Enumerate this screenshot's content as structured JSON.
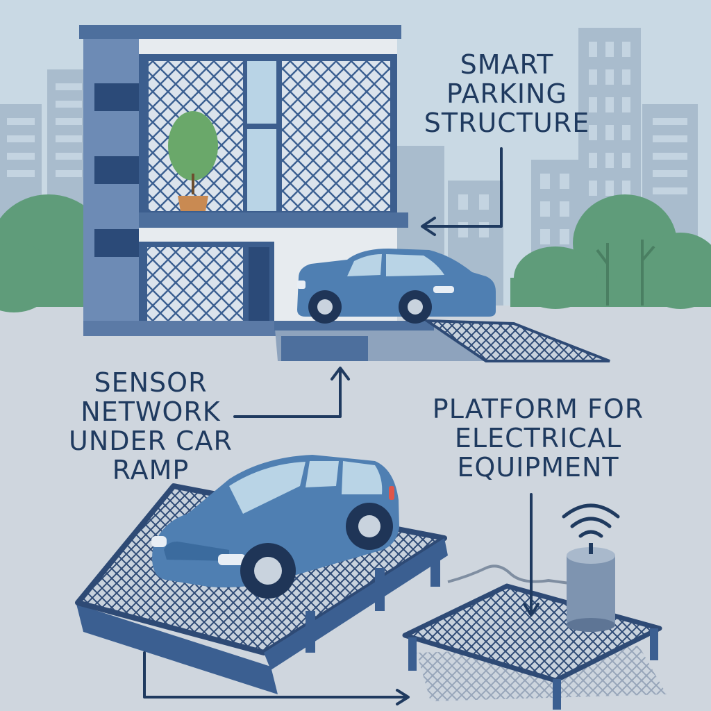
{
  "labels": {
    "smart_parking": [
      "SMART",
      "PARKING",
      "STRUCTURE"
    ],
    "sensor_network": [
      "SENSOR",
      "NETWORK",
      "UNDER CAR",
      "RAMP"
    ],
    "platform": [
      "PLATFORM FOR",
      "ELECTRICAL",
      "EQUIPMENT"
    ]
  },
  "colors": {
    "sky": "#c9d9e4",
    "ground": "#cfd6de",
    "skyline": "#a9bccd",
    "trees": "#5f9c7a",
    "building": "#5b7aa6",
    "car": "#4f7fb2",
    "label_text": "#1f3a5f",
    "grid": "#2e4a75"
  },
  "icons": [
    "wifi-signal-icon",
    "arrow-icon"
  ]
}
